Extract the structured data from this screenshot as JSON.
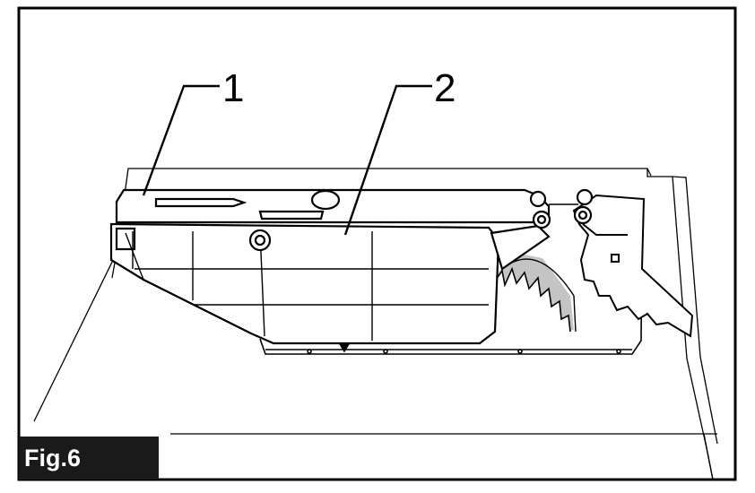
{
  "callouts": {
    "one": "1",
    "two": "2"
  },
  "figure": {
    "label": "Fig.6"
  },
  "colors": {
    "line": "#000000",
    "fill_gray": "#c4c4c4",
    "label_background": "#1a1a1a",
    "label_text": "#ffffff"
  }
}
